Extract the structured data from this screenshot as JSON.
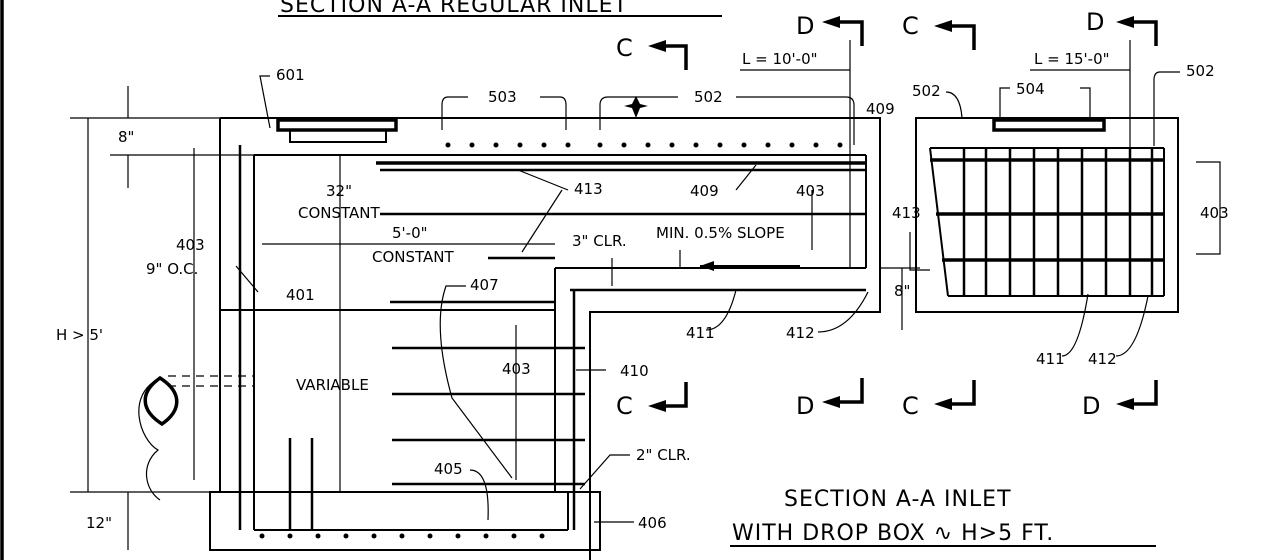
{
  "labels": {
    "top_title": "SECTION A-A REGULAR INLET",
    "c_top_left": "C",
    "d_top_1": "D",
    "c_top_2": "C",
    "d_top_2": "D",
    "c_bottom_left": "C",
    "d_bottom_1": "D",
    "c_bottom_2": "C",
    "d_bottom_2": "D",
    "l_left": "L = 10'-0\"",
    "l_right": "L = 15'-0\"",
    "m601": "601",
    "m503": "503",
    "m502_main": "502",
    "m409_top": "409",
    "m502_sec_left": "502",
    "m504": "504",
    "m502_sec_right": "502",
    "dim_8_top": "8\"",
    "dim_32": "32\"",
    "constant_1": "CONSTANT",
    "m413": "413",
    "m409_mid": "409",
    "m403_mid": "403",
    "m413_sec": "413",
    "m403_sec": "403",
    "m403_left": "403",
    "spacing_9oc": "9\" O.C.",
    "dim_5ft": "5'-0\"",
    "constant_2": "CONSTANT",
    "clr_3": "3\" CLR.",
    "min_slope": "MIN. 0.5% SLOPE",
    "m401": "401",
    "m407": "407",
    "dim_8_right": "8\"",
    "h_label": "H > 5'",
    "m411": "411",
    "m412": "412",
    "m411_sec": "411",
    "m412_sec": "412",
    "m403_low": "403",
    "m410": "410",
    "variable": "VARIABLE",
    "clr_2": "2\" CLR.",
    "m405": "405",
    "dim_12": "12\"",
    "m406": "406",
    "title_line1": "SECTION A-A INLET",
    "title_line2": "WITH DROP BOX ∿ H>5 FT."
  }
}
